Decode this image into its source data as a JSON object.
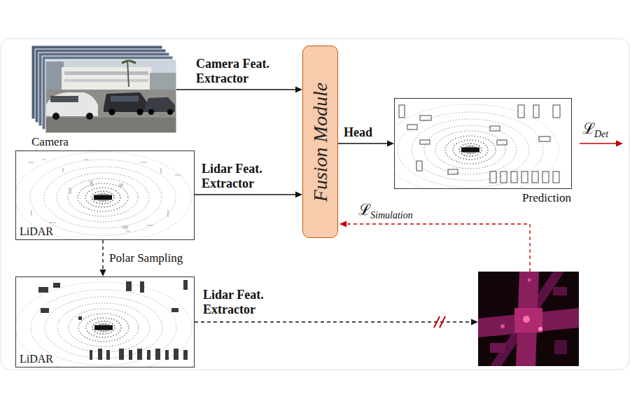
{
  "diagram": {
    "nodes": [
      {
        "text": [
          "Camera"
        ]
      },
      {
        "text": [
          "LiDAR"
        ]
      },
      {
        "text": [
          "Fusion Module"
        ]
      },
      {
        "text": [
          "Prediction"
        ]
      },
      {
        "text": [
          "LiDAR"
        ]
      }
    ],
    "edges": [
      {
        "from": 0,
        "to": 2,
        "arrow": "to",
        "label": "Camera Feat. Extractor"
      },
      {
        "from": 1,
        "to": 2,
        "arrow": "to",
        "label": "Lidar Feat. Extractor"
      },
      {
        "from": 2,
        "to": 3,
        "arrow": "to",
        "label": "Head"
      },
      {
        "from": 1,
        "to": 4,
        "arrow": "to",
        "label": "Polar Sampling"
      }
    ],
    "labels": [
      "Lidar Feat. Extractor",
      "ℒ",
      "Simulation",
      "ℒ",
      "Det"
    ]
  }
}
